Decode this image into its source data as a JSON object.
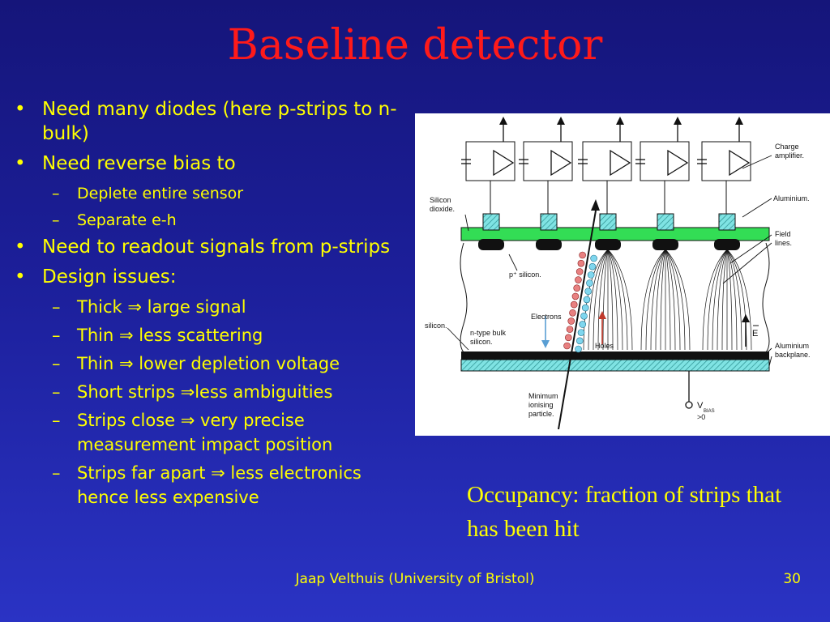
{
  "slide": {
    "title": "Baseline detector",
    "bullets": [
      {
        "text": "Need many diodes (here p-strips to n-bulk)"
      },
      {
        "text": "Need reverse bias to",
        "subs": [
          "Deplete entire sensor",
          "Separate e-h"
        ]
      },
      {
        "text": "Need to readout signals from p-strips"
      },
      {
        "text": "Design issues:",
        "subs": [
          "Thick ⇒ large signal",
          "Thin ⇒ less scattering",
          "Thin ⇒ lower depletion voltage",
          "Short strips ⇒less ambiguities",
          "Strips close ⇒ very precise measurement impact position",
          "Strips far apart ⇒ less electronics hence less expensive"
        ]
      }
    ],
    "occupancy_note": "Occupancy: fraction of strips that has been hit",
    "footer": "Jaap Velthuis (University of Bristol)",
    "page_number": "30"
  },
  "figure_labels": {
    "charge_amplifier_1": "Charge",
    "charge_amplifier_2": "amplifier.",
    "silicon_dioxide_1": "Silicon",
    "silicon_dioxide_2": "dioxide.",
    "aluminium": "Aluminium.",
    "field_lines_1": "Field",
    "field_lines_2": "lines.",
    "p_silicon": "p⁺ silicon.",
    "electrons": "Electrons",
    "holes": "Holes",
    "e_field": "E",
    "n_silicon": "silicon.",
    "n_type_1": "n-type bulk",
    "n_type_2": "silicon.",
    "backplane_1": "Aluminium",
    "backplane_2": "backplane.",
    "mip_1": "Minimum",
    "mip_2": "ionising",
    "mip_3": "particle.",
    "vbias": "V",
    "vbias_sub": "BIAS",
    "vbias_gt": ">0"
  }
}
